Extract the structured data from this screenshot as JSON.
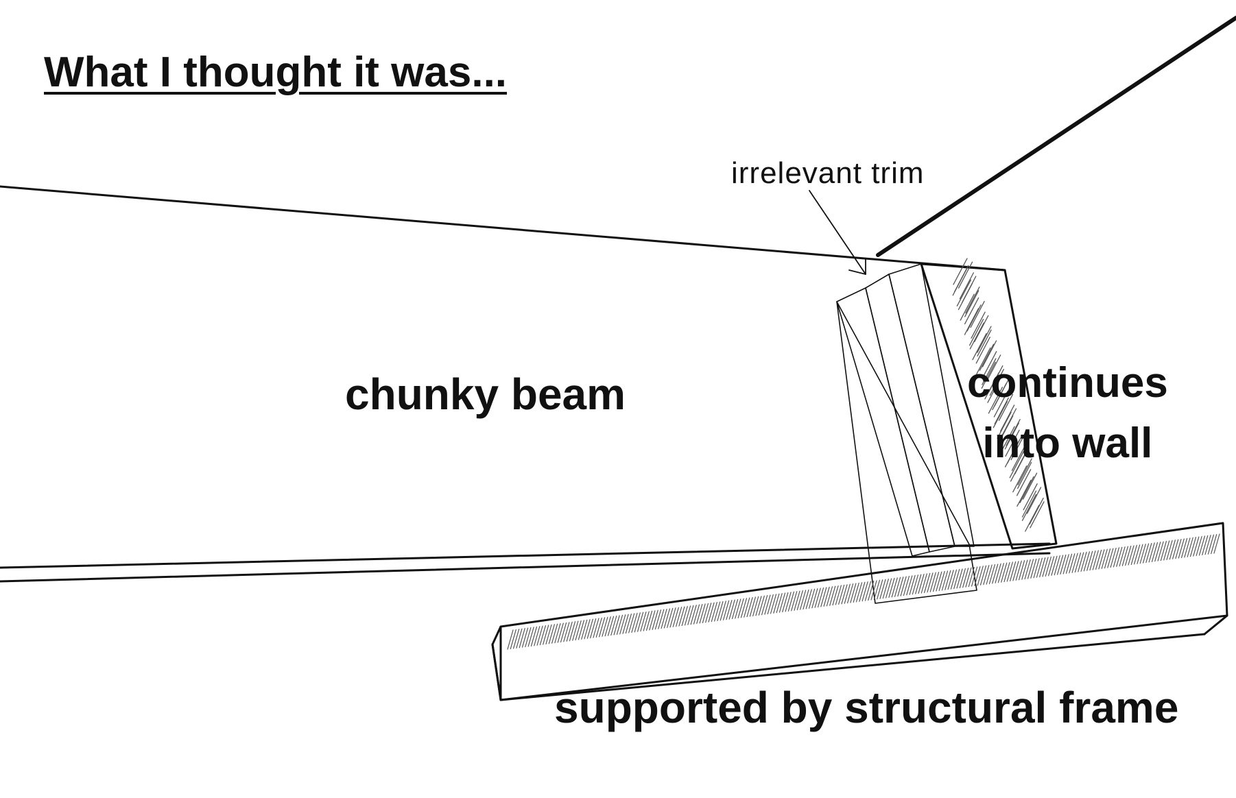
{
  "title": "What I thought it was...",
  "labels": {
    "irrelevant_trim": "irrelevant trim",
    "chunky_beam": "chunky beam",
    "continues_line1": "continues",
    "continues_line2": "into wall",
    "supported": "supported by structural frame"
  },
  "colors": {
    "ink": "#111111",
    "hatch": "#555555",
    "background": "#ffffff"
  }
}
